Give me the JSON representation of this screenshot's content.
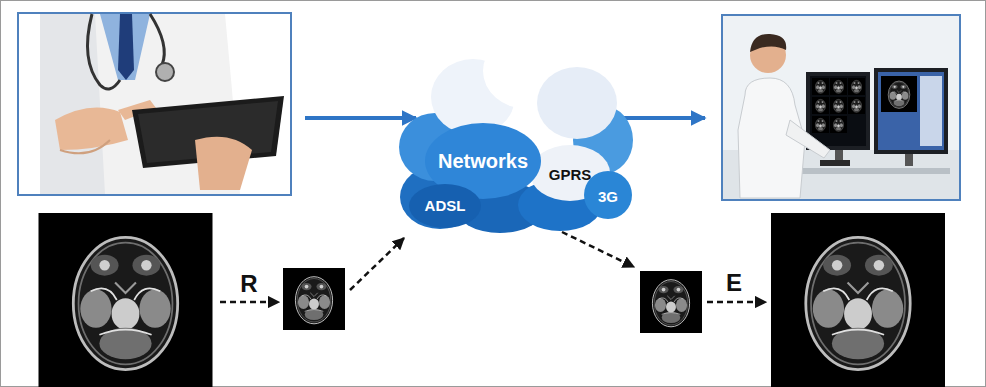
{
  "diagram": {
    "nodes": [
      {
        "text": [
          "Networks",
          "GPRS",
          "ADSL",
          "3G"
        ]
      }
    ],
    "labels": [
      "R",
      "E"
    ]
  }
}
